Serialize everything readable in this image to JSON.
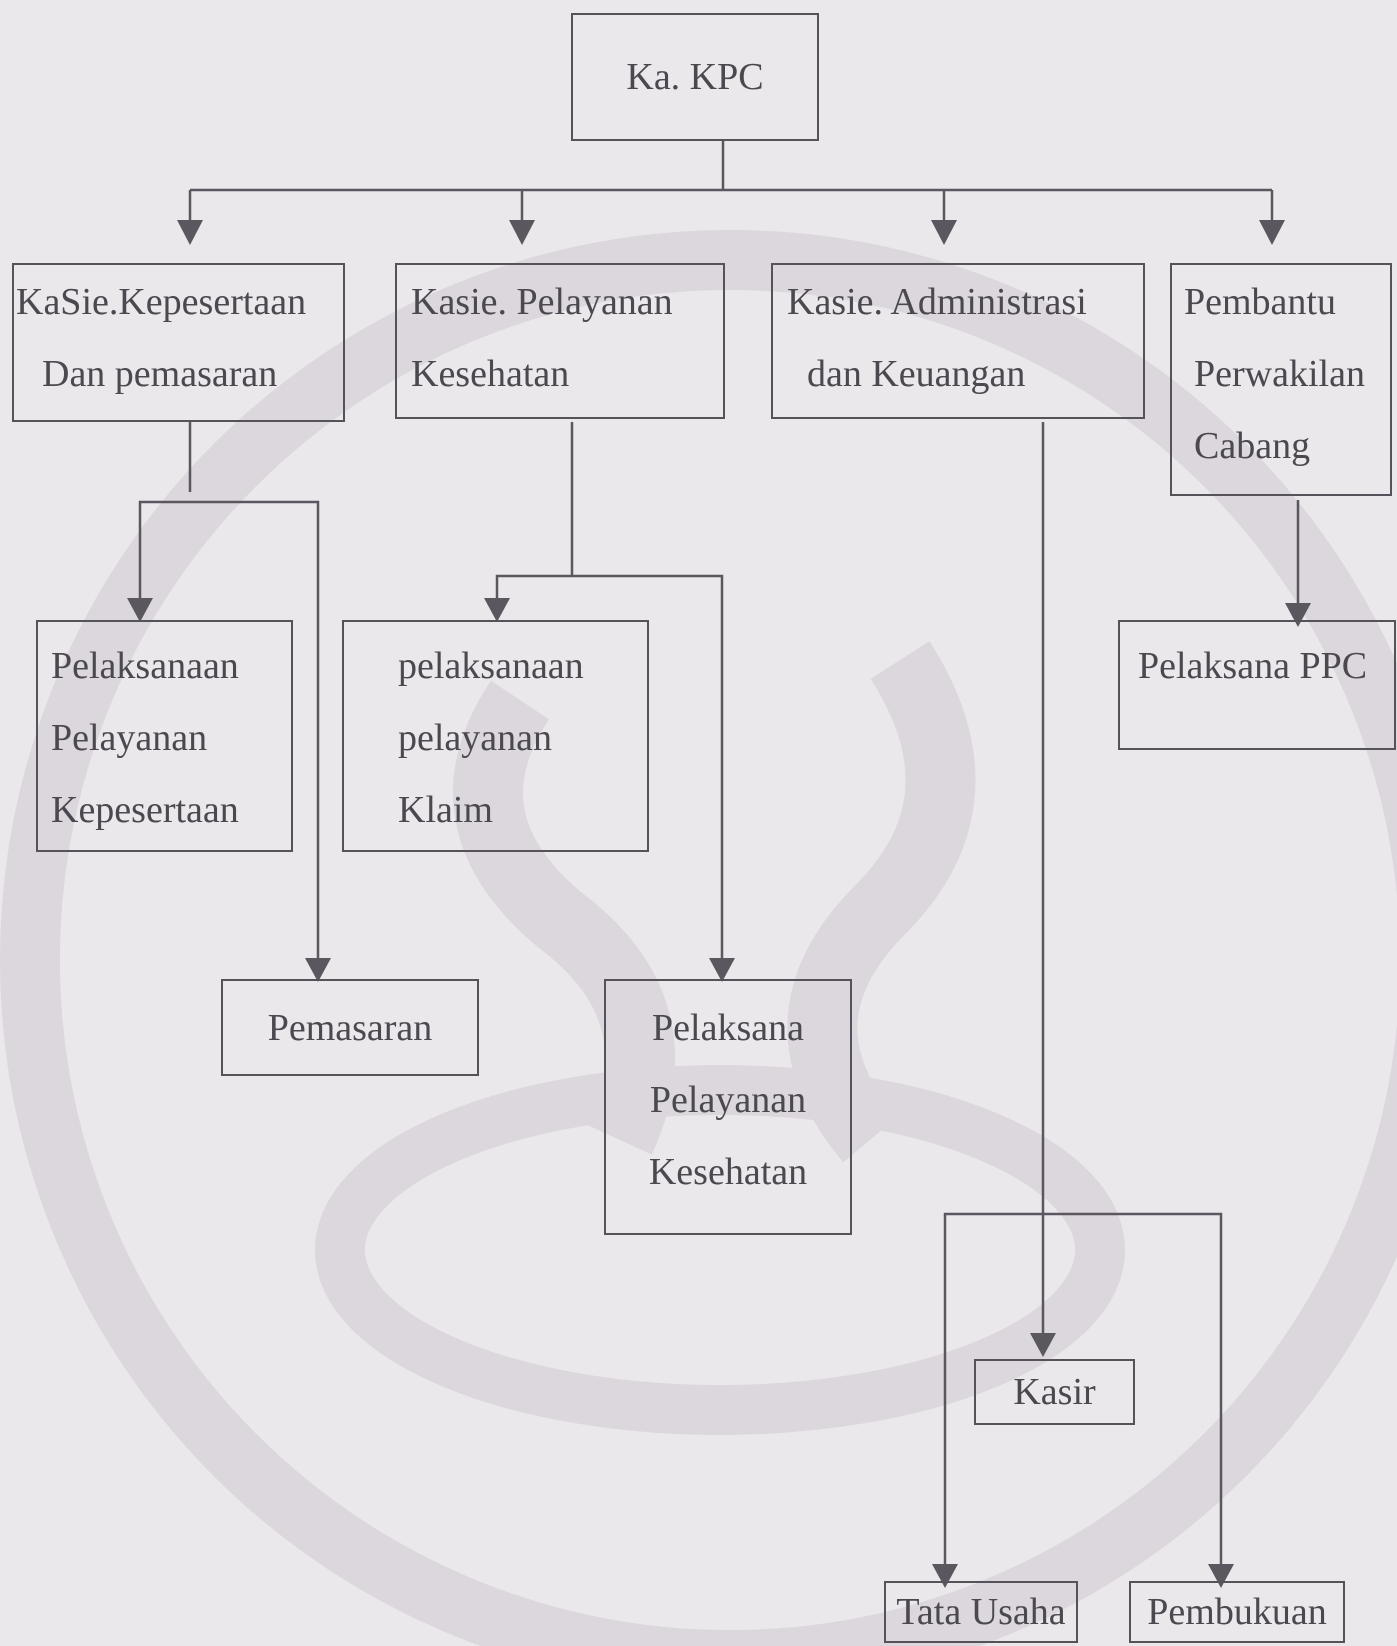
{
  "org_chart": {
    "root": {
      "lines": [
        "Ka. KPC"
      ]
    },
    "sections": [
      {
        "lines": [
          "KaSie.Kepesertaan",
          "Dan pemasaran"
        ]
      },
      {
        "lines": [
          "Kasie. Pelayanan",
          "Kesehatan"
        ]
      },
      {
        "lines": [
          "Kasie. Administrasi",
          "dan Keuangan"
        ]
      },
      {
        "lines": [
          "Pembantu",
          "Perwakilan",
          "Cabang"
        ]
      }
    ],
    "units": {
      "pelaksanaan_pelayanan_kepesertaan": {
        "lines": [
          "Pelaksanaan",
          "Pelayanan",
          "Kepesertaan"
        ]
      },
      "pemasaran": {
        "lines": [
          "Pemasaran"
        ]
      },
      "pelaksanaan_pelayanan_klaim": {
        "lines": [
          "pelaksanaan",
          "pelayanan",
          "Klaim"
        ]
      },
      "pelaksana_pelayanan_kesehatan": {
        "lines": [
          "Pelaksana",
          "Pelayanan",
          "Kesehatan"
        ]
      },
      "pelaksana_ppc": {
        "lines": [
          "Pelaksana PPC"
        ]
      },
      "kasir": {
        "lines": [
          "Kasir"
        ]
      },
      "tata_usaha": {
        "lines": [
          "Tata Usaha"
        ]
      },
      "pembukuan": {
        "lines": [
          "Pembukuan"
        ]
      }
    }
  }
}
